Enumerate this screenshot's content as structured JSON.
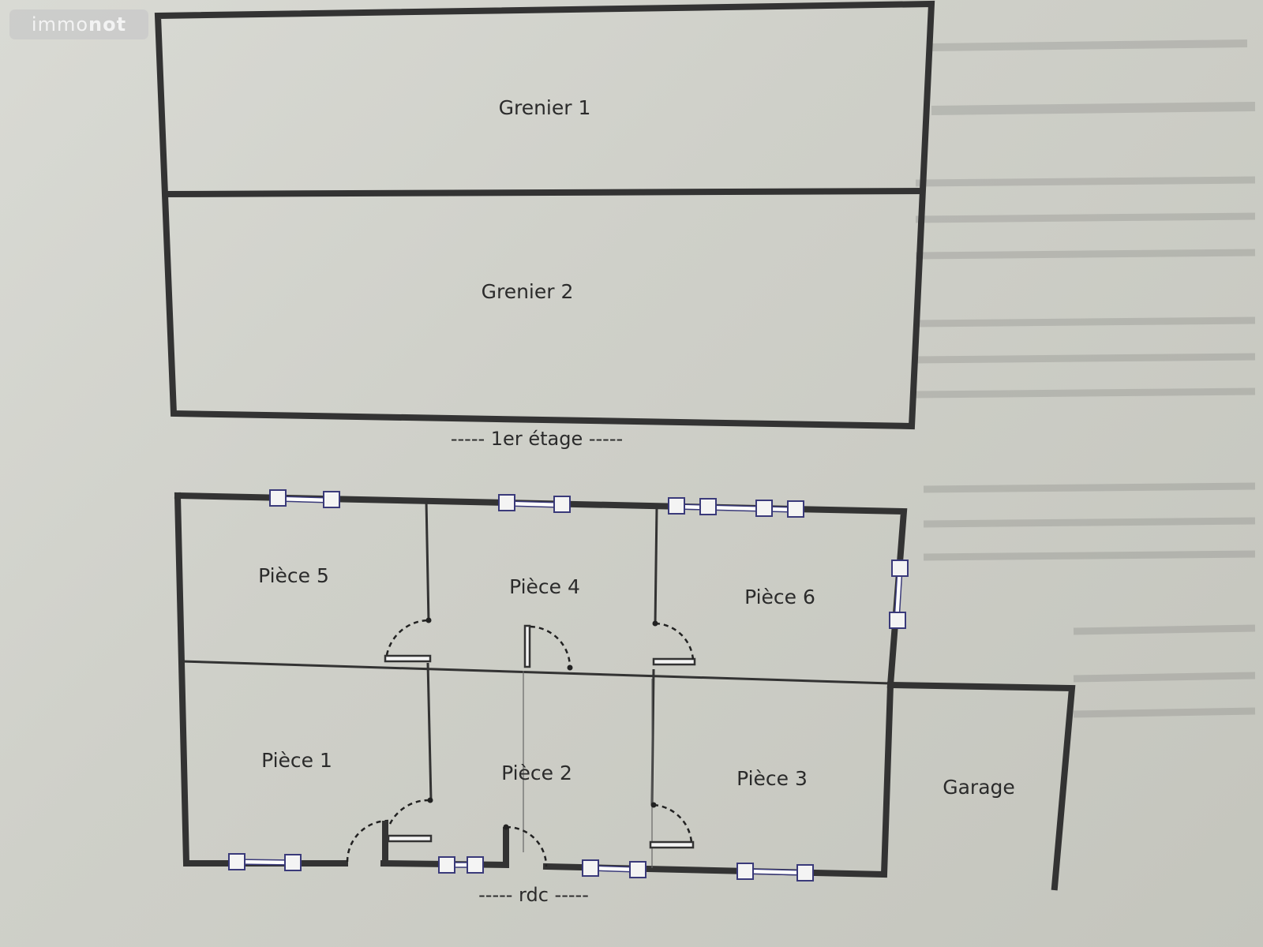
{
  "logo": {
    "part1": "immo",
    "part2": "not"
  },
  "upper_floor": {
    "rooms": [
      {
        "name": "Grenier 1"
      },
      {
        "name": "Grenier 2"
      }
    ],
    "level_label": "----- 1er étage -----"
  },
  "ground_floor": {
    "rooms": [
      {
        "name": "Pièce 5"
      },
      {
        "name": "Pièce 4"
      },
      {
        "name": "Pièce 6"
      },
      {
        "name": "Pièce 1"
      },
      {
        "name": "Pièce 2"
      },
      {
        "name": "Pièce 3"
      },
      {
        "name": "Garage"
      }
    ],
    "level_label": "----- rdc -----"
  },
  "colors": {
    "wall": "#333333",
    "window": "#3a3a7a",
    "background": "#d2d3cc"
  }
}
